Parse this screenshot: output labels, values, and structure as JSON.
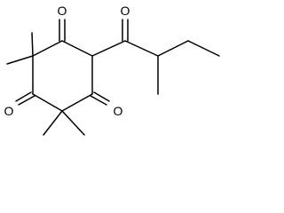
{
  "molecule": {
    "atoms": [
      {
        "id": "o_top",
        "label": "O"
      },
      {
        "id": "o_left",
        "label": "O"
      },
      {
        "id": "o_right",
        "label": "O"
      },
      {
        "id": "o_acyl",
        "label": "O"
      }
    ]
  }
}
